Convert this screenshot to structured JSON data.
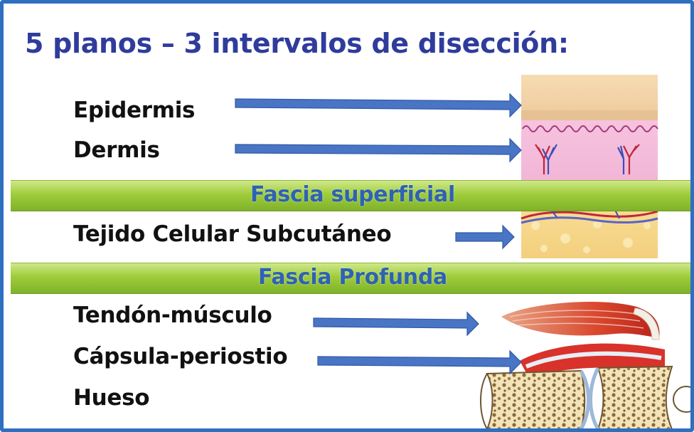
{
  "title": "5 planos – 3 intervalos de disección:",
  "planes": {
    "epidermis": "Epidermis",
    "dermis": "Dermis",
    "subcutaneo": "Tejido Celular Subcutáneo",
    "tendon": "Tendón-músculo",
    "capsula": "Cápsula-periostio",
    "hueso": "Hueso"
  },
  "bands": {
    "superficial": "Fascia superficial",
    "profunda": "Fascia Profunda"
  },
  "colors": {
    "title": "#2f3c9c",
    "frame": "#2e6fc0",
    "band_green": "#8fc13a",
    "band_text": "#2e62b2",
    "arrow": "#4a74c4"
  },
  "illustrations": [
    "skin-epidermis-dermis",
    "subcutaneous-fat",
    "tendon-muscle",
    "joint-capsule-bone"
  ]
}
